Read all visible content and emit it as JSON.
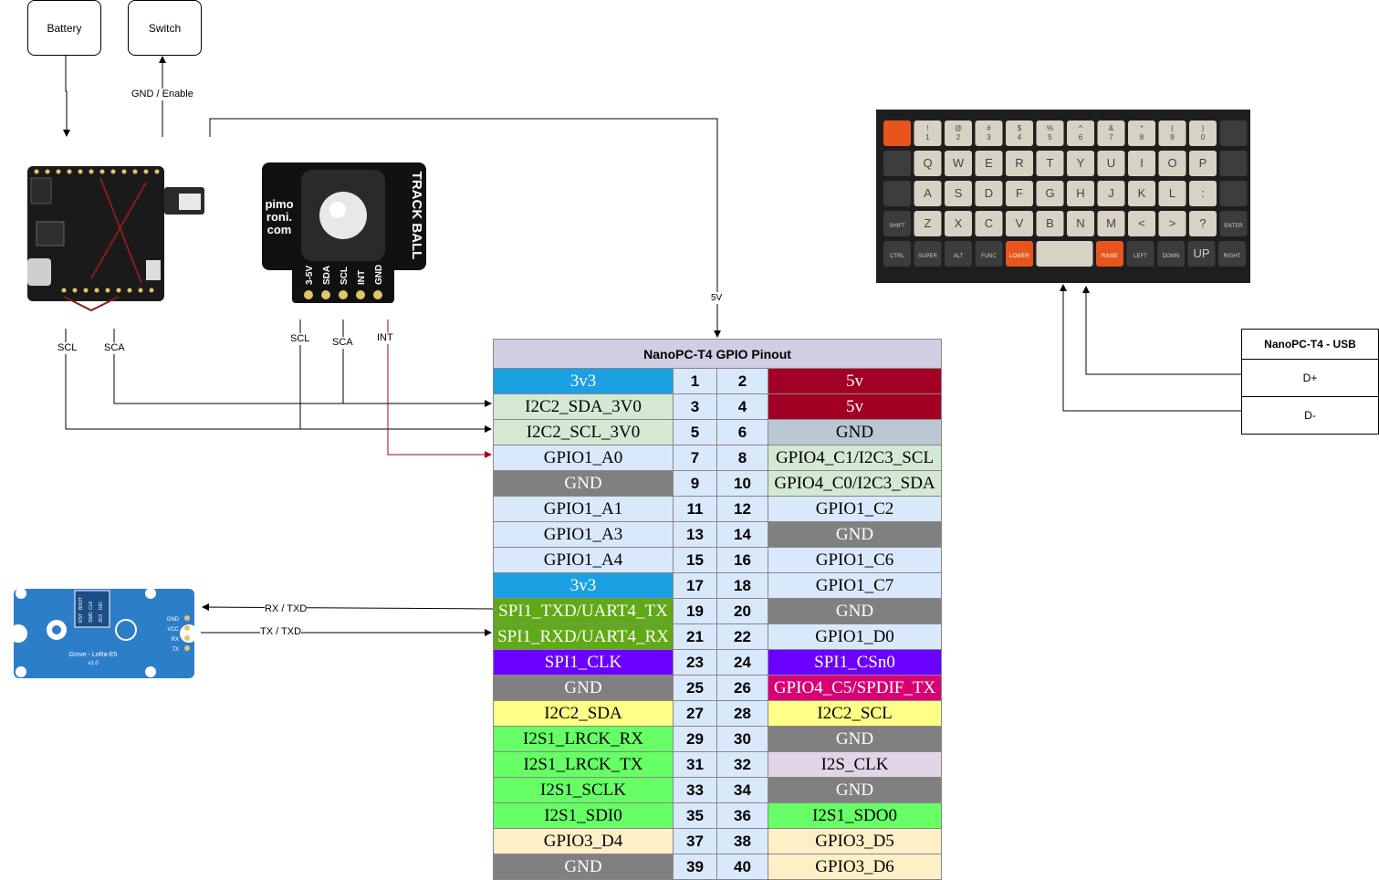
{
  "boxes": {
    "battery": "Battery",
    "switch": "Switch"
  },
  "labels": {
    "gnd_enable": "GND / Enable",
    "five_v": "5V",
    "ups_scl": "SCL",
    "ups_sca": "SCA",
    "tb_scl": "SCL",
    "tb_sca": "SCA",
    "tb_int": "INT",
    "rx_txd": "RX / TXD",
    "tx_txd": "TX / TXD"
  },
  "trackball": {
    "brand": "pimo roni. com",
    "brand_lines": [
      "pimo",
      "roni.",
      "com"
    ],
    "title": "TRACK BALL",
    "pins": [
      "3-5V",
      "SDA",
      "SCL",
      "INT",
      "GND"
    ]
  },
  "lora": {
    "name": "Grove - LoRa-E5",
    "version": "v1.0",
    "pins": [
      "GND",
      "VCC",
      "RX",
      "TX"
    ],
    "header_pins": [
      "BOOT",
      "RST",
      "CLK",
      "SWD",
      "DIO",
      "3V3"
    ]
  },
  "keyboard": {
    "rows": [
      [
        "",
        "!\n1",
        "@\n2",
        "#\n3",
        "$\n4",
        "%\n5",
        "^\n6",
        "&\n7",
        "*\n8",
        "(\n9",
        ")\n0",
        ""
      ],
      [
        "",
        "Q",
        "W",
        "E",
        "R",
        "T",
        "Y",
        "U",
        "I",
        "O",
        "P",
        ""
      ],
      [
        "",
        "A",
        "S",
        "D",
        "F",
        "G",
        "H",
        "J",
        "K",
        "L",
        ":",
        ""
      ],
      [
        "SHIFT",
        "Z",
        "X",
        "C",
        "V",
        "B",
        "N",
        "M",
        "<",
        ">",
        "?",
        "ENTER"
      ],
      [
        "CTRL",
        "SUPER",
        "ALT",
        "FUNC",
        "LOWER",
        "",
        "RAISE",
        "LEFT",
        "DOWN",
        "UP",
        "RIGHT"
      ]
    ]
  },
  "gpio_table": {
    "title": "NanoPC-T4 GPIO Pinout",
    "rows": [
      {
        "l": "3v3",
        "a": "1",
        "b": "2",
        "r": "5v",
        "lc": "#1ba1e2",
        "lt": "#ffffff",
        "rc": "#a20025",
        "rt": "#ffffff"
      },
      {
        "l": "I2C2_SDA_3V0",
        "a": "3",
        "b": "4",
        "r": "5v",
        "lc": "#d5e8d4",
        "lt": "#000000",
        "rc": "#a20025",
        "rt": "#ffffff"
      },
      {
        "l": "I2C2_SCL_3V0",
        "a": "5",
        "b": "6",
        "r": "GND",
        "lc": "#d5e8d4",
        "lt": "#000000",
        "rc": "#bac8d3",
        "rt": "#000000"
      },
      {
        "l": "GPIO1_A0",
        "a": "7",
        "b": "8",
        "r": "GPIO4_C1/I2C3_SCL",
        "lc": "#dae8fc",
        "lt": "#000000",
        "rc": "#d5e8d4",
        "rt": "#000000"
      },
      {
        "l": "GND",
        "a": "9",
        "b": "10",
        "r": "GPIO4_C0/I2C3_SDA",
        "lc": "#808080",
        "lt": "#ffffff",
        "rc": "#d5e8d4",
        "rt": "#000000"
      },
      {
        "l": "GPIO1_A1",
        "a": "11",
        "b": "12",
        "r": "GPIO1_C2",
        "lc": "#dae8fc",
        "lt": "#000000",
        "rc": "#dae8fc",
        "rt": "#000000"
      },
      {
        "l": "GPIO1_A3",
        "a": "13",
        "b": "14",
        "r": "GND",
        "lc": "#dae8fc",
        "lt": "#000000",
        "rc": "#808080",
        "rt": "#ffffff"
      },
      {
        "l": "GPIO1_A4",
        "a": "15",
        "b": "16",
        "r": "GPIO1_C6",
        "lc": "#dae8fc",
        "lt": "#000000",
        "rc": "#dae8fc",
        "rt": "#000000"
      },
      {
        "l": "3v3",
        "a": "17",
        "b": "18",
        "r": "GPIO1_C7",
        "lc": "#1ba1e2",
        "lt": "#ffffff",
        "rc": "#dae8fc",
        "rt": "#000000"
      },
      {
        "l": "SPI1_TXD/UART4_TX",
        "a": "19",
        "b": "20",
        "r": "GND",
        "lc": "#60a917",
        "lt": "#ffffff",
        "rc": "#808080",
        "rt": "#ffffff"
      },
      {
        "l": "SPI1_RXD/UART4_RX",
        "a": "21",
        "b": "22",
        "r": "GPIO1_D0",
        "lc": "#60a917",
        "lt": "#ffffff",
        "rc": "#dae8fc",
        "rt": "#000000"
      },
      {
        "l": "SPI1_CLK",
        "a": "23",
        "b": "24",
        "r": "SPI1_CSn0",
        "lc": "#6a00ff",
        "lt": "#ffffff",
        "rc": "#6a00ff",
        "rt": "#ffffff"
      },
      {
        "l": "GND",
        "a": "25",
        "b": "26",
        "r": "GPIO4_C5/SPDIF_TX",
        "lc": "#808080",
        "lt": "#ffffff",
        "rc": "#d80073",
        "rt": "#ffffff"
      },
      {
        "l": "I2C2_SDA",
        "a": "27",
        "b": "28",
        "r": "I2C2_SCL",
        "lc": "#ffff88",
        "lt": "#000000",
        "rc": "#ffff88",
        "rt": "#000000"
      },
      {
        "l": "I2S1_LRCK_RX",
        "a": "29",
        "b": "30",
        "r": "GND",
        "lc": "#66ff66",
        "lt": "#000000",
        "rc": "#808080",
        "rt": "#ffffff"
      },
      {
        "l": "I2S1_LRCK_TX",
        "a": "31",
        "b": "32",
        "r": "I2S_CLK",
        "lc": "#66ff66",
        "lt": "#000000",
        "rc": "#e1d5e7",
        "rt": "#000000"
      },
      {
        "l": "I2S1_SCLK",
        "a": "33",
        "b": "34",
        "r": "GND",
        "lc": "#66ff66",
        "lt": "#000000",
        "rc": "#808080",
        "rt": "#ffffff"
      },
      {
        "l": "I2S1_SDI0",
        "a": "35",
        "b": "36",
        "r": "I2S1_SDO0",
        "lc": "#66ff66",
        "lt": "#000000",
        "rc": "#66ff66",
        "rt": "#000000"
      },
      {
        "l": "GPIO3_D4",
        "a": "37",
        "b": "38",
        "r": "GPIO3_D5",
        "lc": "#ffefc7",
        "lt": "#000000",
        "rc": "#ffefc7",
        "rt": "#000000"
      },
      {
        "l": "GND",
        "a": "39",
        "b": "40",
        "r": "GPIO3_D6",
        "lc": "#808080",
        "lt": "#ffffff",
        "rc": "#ffefc7",
        "rt": "#000000"
      }
    ]
  },
  "usb_table": {
    "title": "NanoPC-T4 - USB",
    "rows": [
      "D+",
      "D-"
    ]
  },
  "colors": {
    "int_wire": "#a20025",
    "wire": "#000000",
    "pcb": "#1a1a1a",
    "lora_pcb": "#2d7ec9",
    "keycap_beige": "#d8d2c4",
    "keycap_dark": "#3c3c3c",
    "keycap_orange": "#e8541c"
  }
}
